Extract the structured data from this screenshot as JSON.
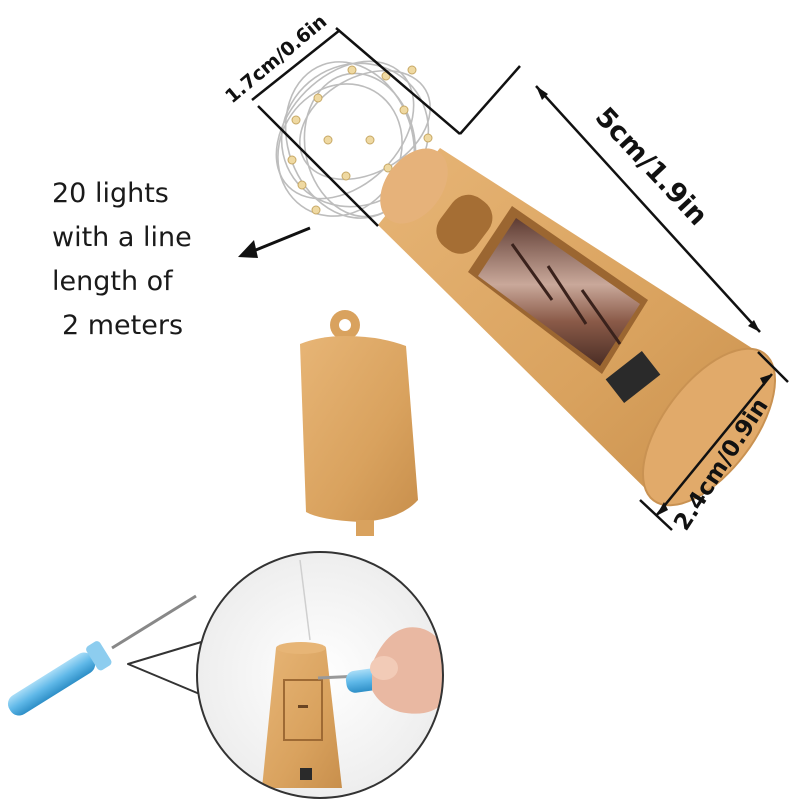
{
  "caption": {
    "line1": "20 lights",
    "line2": "with a line",
    "line3": "length of",
    "line4": "2 meters"
  },
  "dimensions": {
    "wire_diameter": "1.7cm/0.6in",
    "cork_length": "5cm/1.9in",
    "cork_base_diameter": "2.4cm/0.9in"
  },
  "colors": {
    "cork": "#D9A25E",
    "cork_dark": "#B9803F",
    "battery": "#8A5A48",
    "screwdriver_handle": "#5FB8E8",
    "outline": "#111111"
  }
}
